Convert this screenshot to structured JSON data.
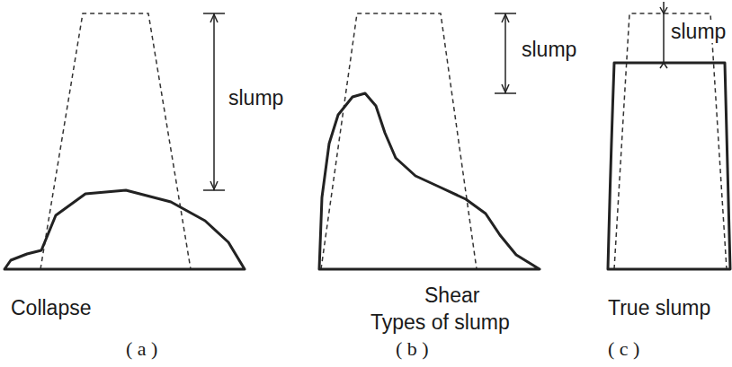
{
  "diagram": {
    "labels": [
      "slump",
      "slump",
      "slump",
      "Collapse",
      "Shear",
      "Types of slump",
      "True slump",
      "( a )",
      "( b )",
      "( c )"
    ]
  }
}
